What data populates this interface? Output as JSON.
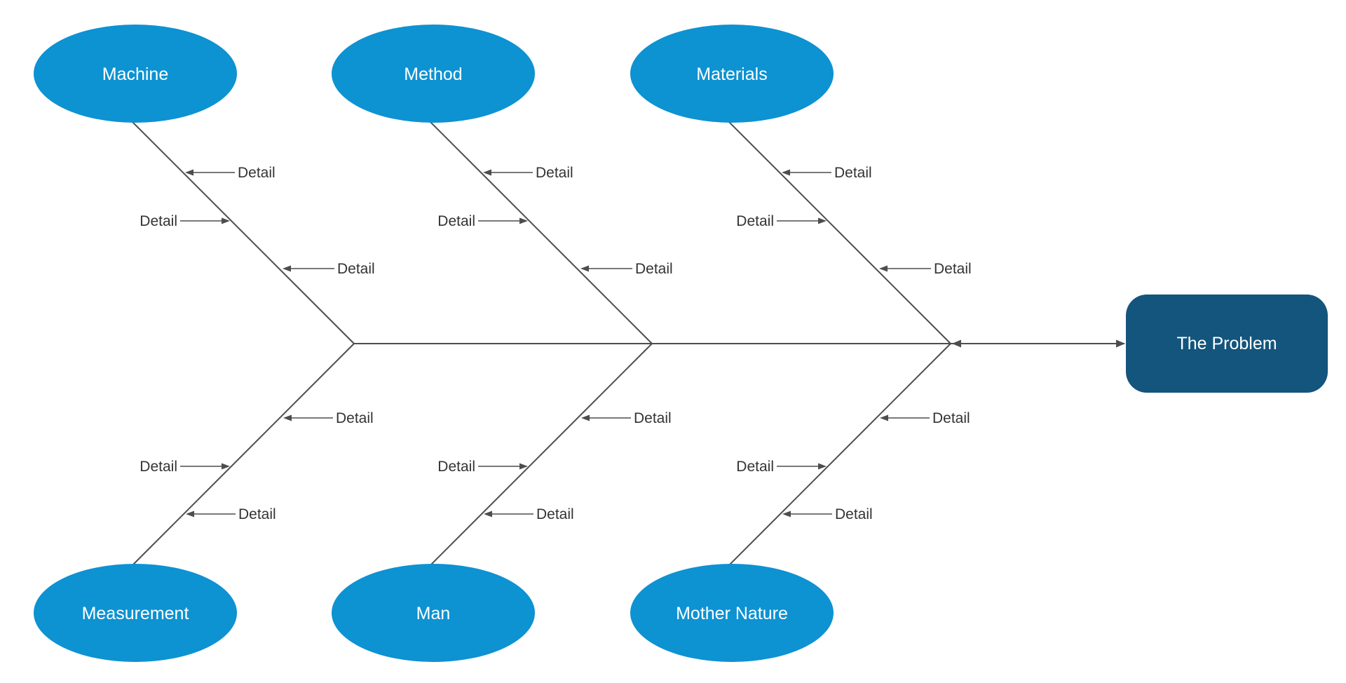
{
  "diagram": {
    "type": "fishbone",
    "problem": {
      "label": "The Problem"
    },
    "categories": [
      {
        "label": "Machine",
        "position": "top",
        "details": [
          "Detail",
          "Detail",
          "Detail"
        ]
      },
      {
        "label": "Method",
        "position": "top",
        "details": [
          "Detail",
          "Detail",
          "Detail"
        ]
      },
      {
        "label": "Materials",
        "position": "top",
        "details": [
          "Detail",
          "Detail",
          "Detail"
        ]
      },
      {
        "label": "Measurement",
        "position": "bottom",
        "details": [
          "Detail",
          "Detail",
          "Detail"
        ]
      },
      {
        "label": "Man",
        "position": "bottom",
        "details": [
          "Detail",
          "Detail",
          "Detail"
        ]
      },
      {
        "label": "Mother Nature",
        "position": "bottom",
        "details": [
          "Detail",
          "Detail",
          "Detail"
        ]
      }
    ],
    "colors": {
      "category_fill": "#0d92d2",
      "problem_fill": "#13557c",
      "line": "#4d4d4d",
      "detail_text": "#333333",
      "shape_text": "#ffffff"
    }
  }
}
